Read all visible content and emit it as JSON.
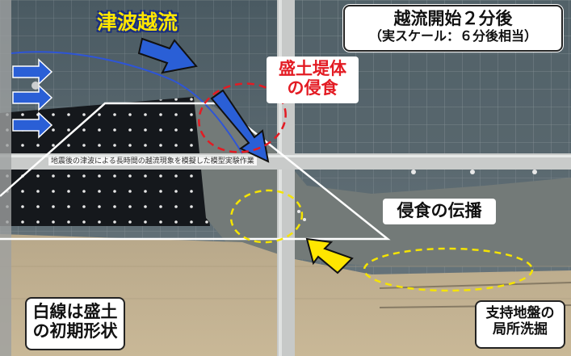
{
  "time_box": {
    "line1": "越流開始２分後",
    "line2": "（実スケール：６分後相当）"
  },
  "tsunami_label": "津波越流",
  "embankment_erosion": {
    "line1": "盛土堤体",
    "line2": "の侵食"
  },
  "erosion_propagation": "侵食の伝播",
  "white_line_note": {
    "line1": "白線は盛土",
    "line2": "の初期形状"
  },
  "local_scour": {
    "line1": "支持地盤の",
    "line2": "局所洗掘"
  },
  "placard_text": "地震後の津波による長時間の越流現象を模擬した模型実験作業",
  "colors": {
    "label_red": "#e31b23",
    "tsunami_yellow": "#ffe600",
    "arrow_blue": "#1f4fc4",
    "arrow_yellow": "#ffe600",
    "dash_red": "#e31b23",
    "dash_yellow": "#f5e400"
  },
  "icons": [
    "arrow-right-icon",
    "flow-arrow-icon",
    "scour-arrow-icon"
  ]
}
